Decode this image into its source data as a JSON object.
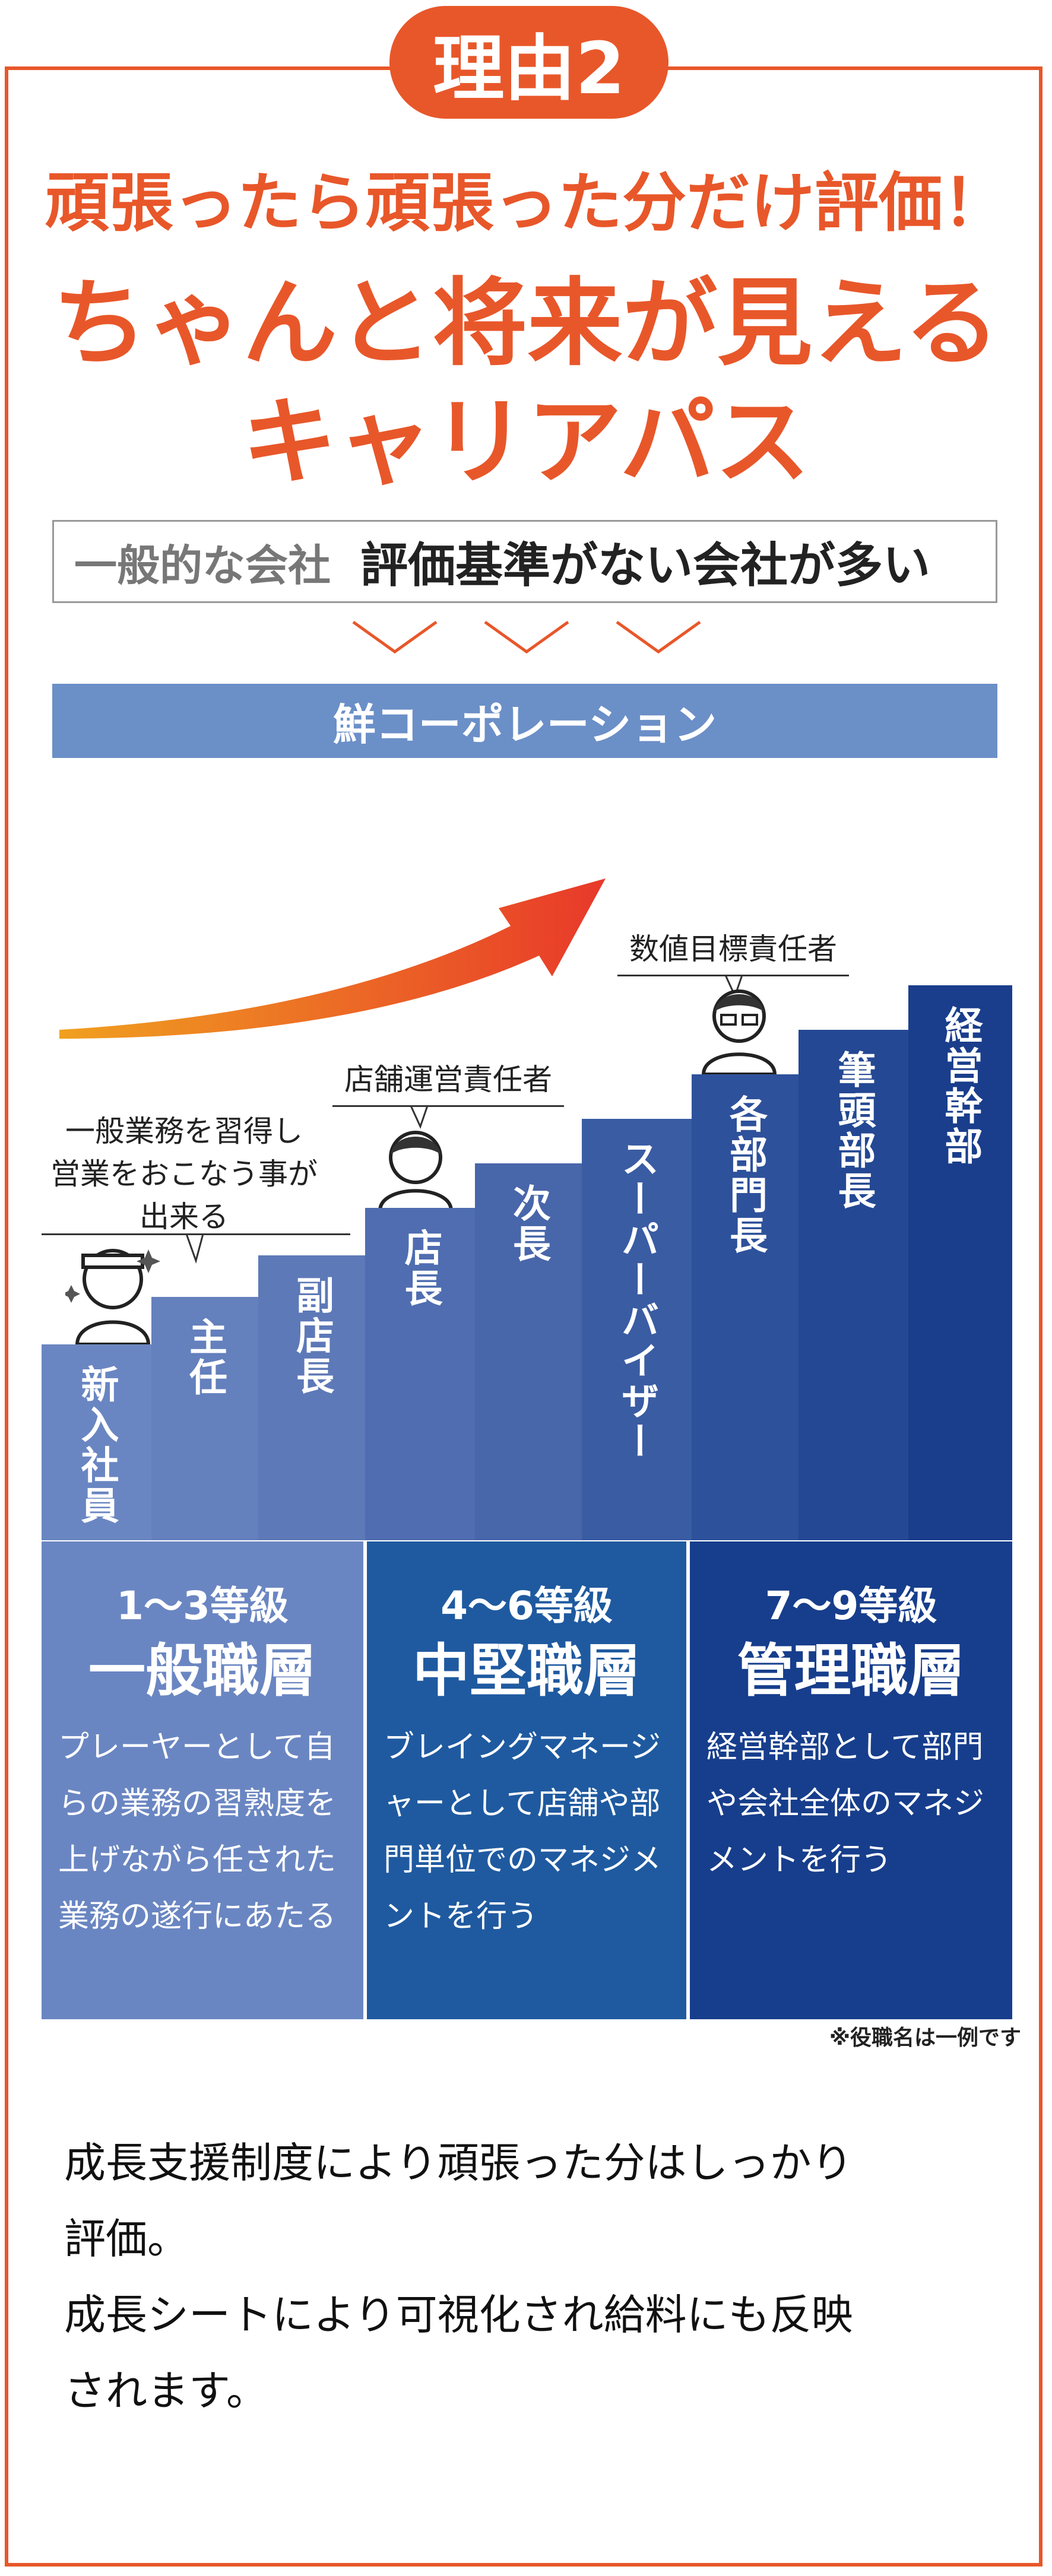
{
  "badge": "理由2",
  "headline": "頑張ったら頑張った分だけ評価！",
  "title": "ちゃんと将来が見える キャリアパス",
  "compare": {
    "label": "一般的な会社",
    "text": "評価基準がない会社が多い"
  },
  "company_bar": "鮮コーポレーション",
  "callouts": [
    "一般業務を習得し 営業をおこなう事が 出来る",
    "店舗運営責任者",
    "数値目標責任者"
  ],
  "steps": [
    "新入社員",
    "主任",
    "副店長",
    "店長",
    "次長",
    "スーパーバイザー",
    "各部門長",
    "筆頭部長",
    "経営幹部"
  ],
  "tiers": [
    {
      "level": "1〜3等級",
      "name": "一般職層",
      "desc": "プレーヤーとして自らの業務の習熟度を上げながら任された業務の遂行にあたる"
    },
    {
      "level": "4〜6等級",
      "name": "中堅職層",
      "desc": "ブレイングマネージャーとして店舗や部門単位でのマネジメントを行う"
    },
    {
      "level": "7〜9等級",
      "name": "管理職層",
      "desc": "経営幹部として部門や会社全体のマネジメントを行う"
    }
  ],
  "note": "※役職名は一例です",
  "summary": [
    "成長支援制度により頑張った分はしっかり",
    "評価。",
    "成長シートにより可視化され給料にも反映",
    "されます。"
  ],
  "colors": {
    "accent": "#e8572a",
    "bar": "#6b8fc7",
    "tier1": "#6a86c2",
    "tier2": "#1f5aa0",
    "tier3": "#173e8c"
  }
}
